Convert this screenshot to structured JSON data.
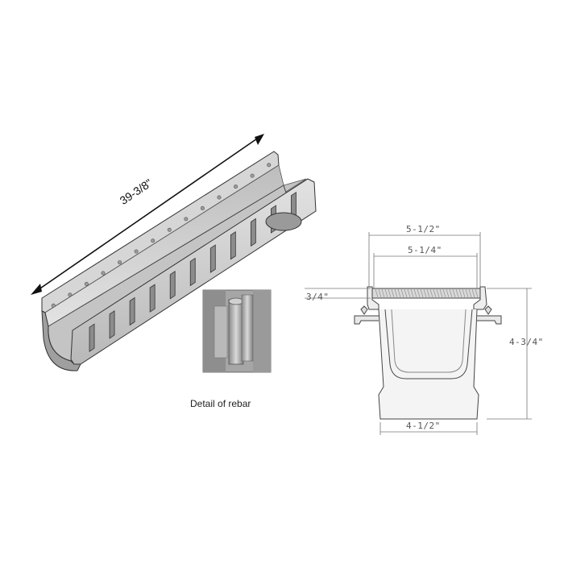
{
  "diagram": {
    "length_label": "39-3/8\"",
    "detail_caption": "Detail of rebar",
    "dimensions": {
      "top_outer_width": "5-1/2\"",
      "grate_width": "5-1/4\"",
      "grate_depth": "3/4\"",
      "total_height": "4-3/4\"",
      "bottom_width": "4-1/2\""
    }
  },
  "colors": {
    "channel_fill": "#cfcfcf",
    "channel_shade": "#a9a9a9",
    "outline": "#333333",
    "dim_line": "#777777"
  }
}
